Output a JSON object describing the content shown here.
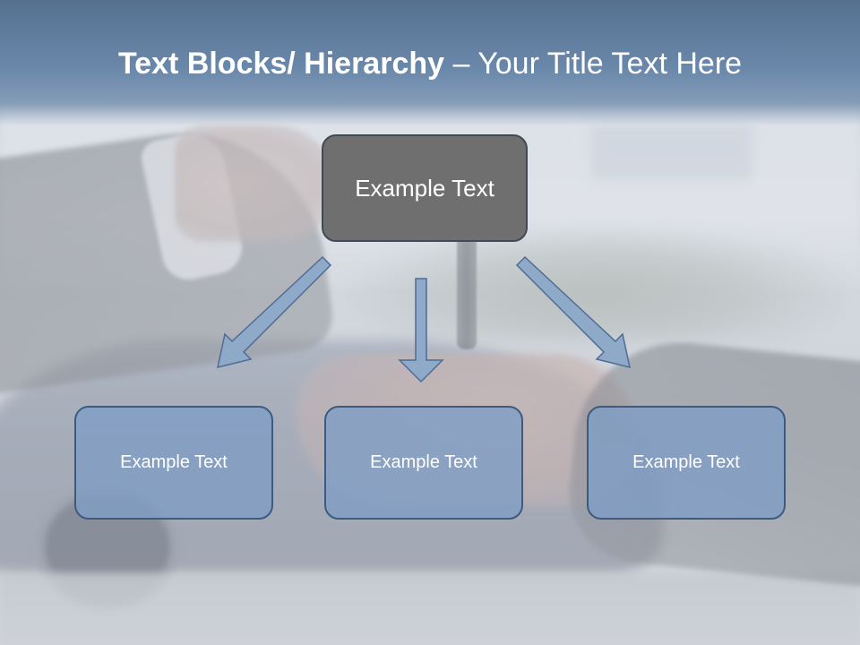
{
  "slide": {
    "title_bold": "Text Blocks/ Hierarchy",
    "title_rest": " – Your Title Text Here"
  },
  "diagram": {
    "top_node": {
      "label": "Example Text"
    },
    "children": [
      {
        "label": "Example Text"
      },
      {
        "label": "Example Text"
      },
      {
        "label": "Example Text"
      }
    ]
  },
  "colors": {
    "title_band": "#6a88aa",
    "top_node_fill": "#6f6f70",
    "child_node_fill": "#809ec4",
    "child_node_border": "#3d5a80",
    "arrow_fill": "#8fa9c8",
    "arrow_stroke": "#4f6c92"
  }
}
